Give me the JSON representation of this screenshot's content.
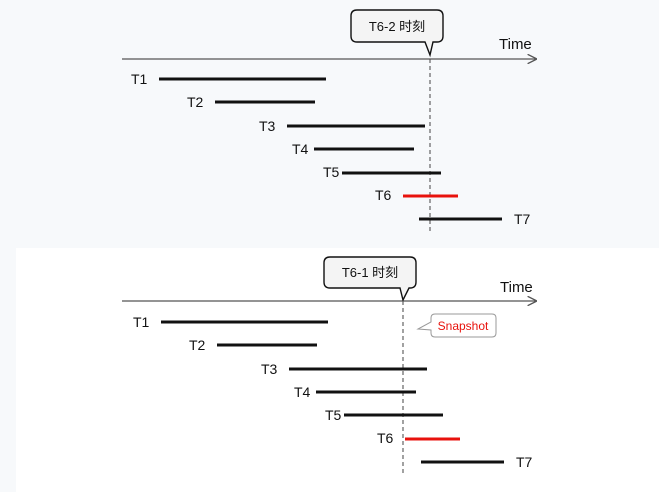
{
  "top_diagram": {
    "axis_label": "Time",
    "callout": "T6-2 时刻",
    "tasks": [
      "T1",
      "T2",
      "T3",
      "T4",
      "T5",
      "T6",
      "T7"
    ]
  },
  "bottom_diagram": {
    "axis_label": "Time",
    "callout": "T6-1 时刻",
    "snapshot_label": "Snapshot",
    "tasks": [
      "T1",
      "T2",
      "T3",
      "T4",
      "T5",
      "T6",
      "T7"
    ]
  },
  "colors": {
    "line": "#111111",
    "highlight": "#e8120c",
    "marker": "#555555"
  }
}
